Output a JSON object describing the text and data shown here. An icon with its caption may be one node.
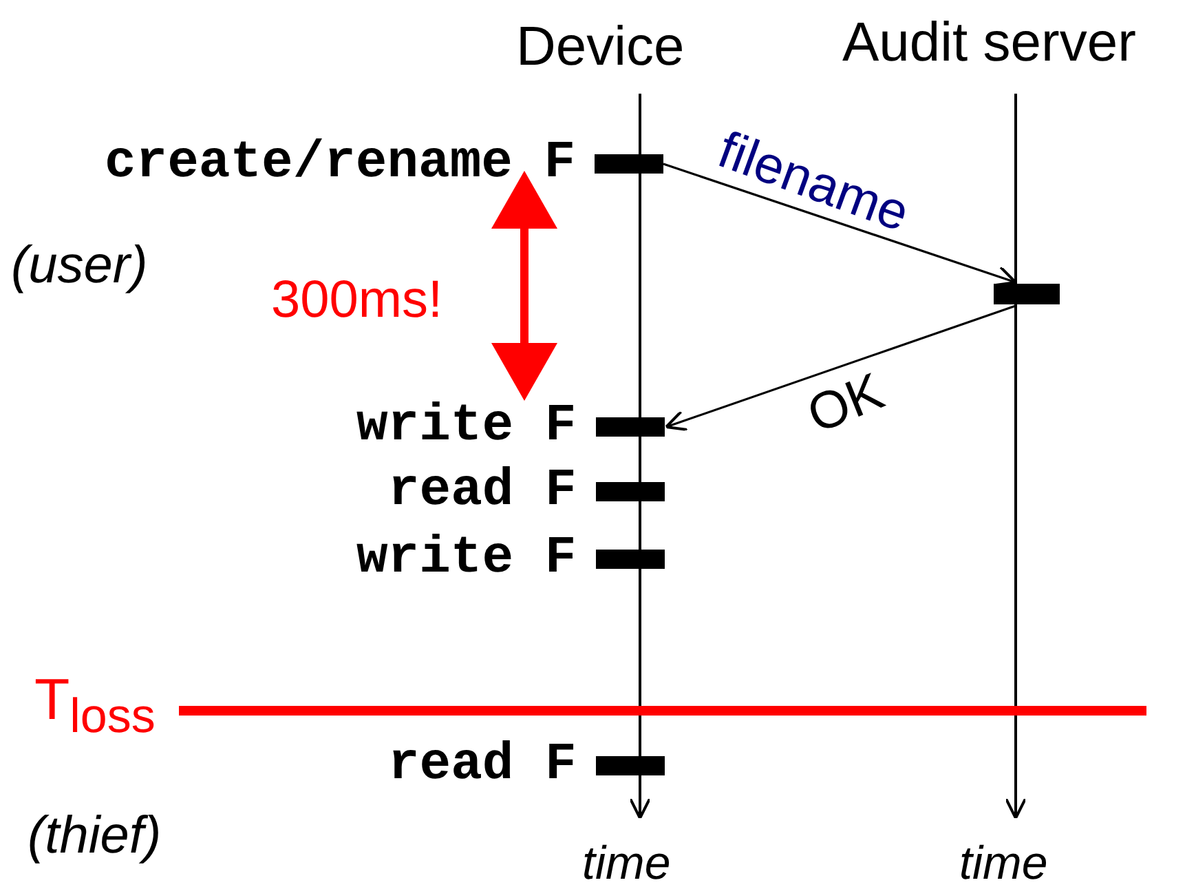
{
  "diagram": {
    "nodes": [
      {
        "text": [],
        "shape": "bar",
        "beside": [
          "create/rename F"
        ]
      },
      {
        "text": [],
        "shape": "bar"
      },
      {
        "text": [],
        "shape": "bar",
        "beside": [
          "write F"
        ]
      },
      {
        "text": [],
        "shape": "bar",
        "beside": [
          "read F"
        ]
      },
      {
        "text": [],
        "shape": "bar",
        "beside": [
          "write F"
        ]
      },
      {
        "text": [],
        "shape": "bar",
        "beside": [
          "read F"
        ]
      }
    ],
    "edges": [
      {
        "from": 0,
        "to": 1,
        "arrow": "to",
        "label": "filename"
      },
      {
        "from": 1,
        "to": 2,
        "arrow": "to",
        "label": "OK"
      },
      {
        "from": 0,
        "to": 2,
        "arrow": "both",
        "label": "300ms!",
        "style": "thick",
        "color": "#ff0000"
      }
    ],
    "labels": [
      "Device",
      "Audit server",
      "(user)",
      "T$_{loss}$",
      "(thief)",
      "time",
      "time"
    ]
  }
}
